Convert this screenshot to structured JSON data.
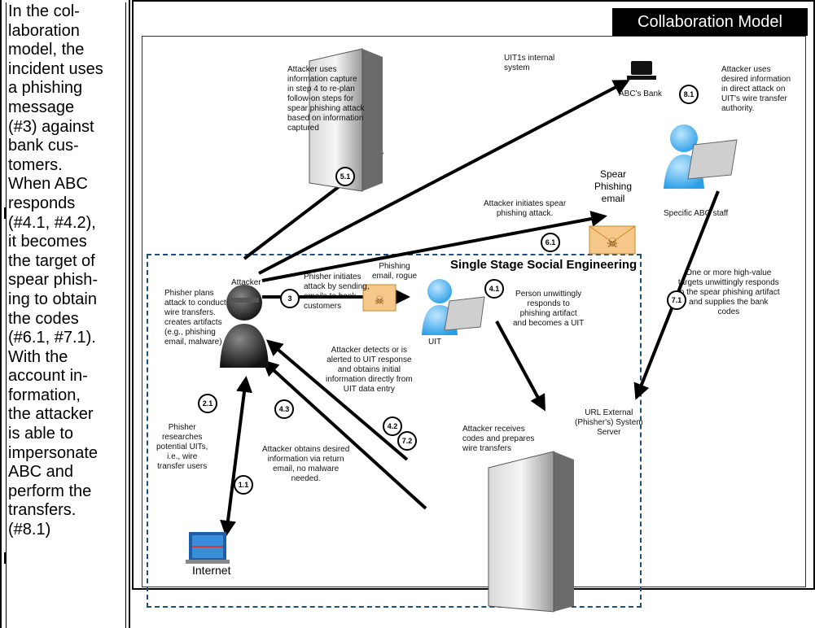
{
  "sidebar": {
    "lines": [
      "In the col-",
      "laboration",
      "model, the",
      "incident uses",
      "a phishing",
      "message",
      "(#3) against",
      "bank cus-",
      "tomers.",
      "When ABC",
      "responds",
      "(#4.1, #4.2),",
      "it becomes",
      "the target of",
      "spear phish-",
      "ing to obtain",
      "the codes",
      "(#6.1, #7.1).",
      "With the",
      "account in-",
      "formation,",
      "the attacker",
      "is able to",
      "impersonate",
      "ABC and",
      "perform the",
      "transfers.",
      "(#8.1)"
    ]
  },
  "figure": {
    "title": "Collaboration Model",
    "region_title": "Single Stage Social Engineering",
    "labels": {
      "uit1s": [
        "UIT1s internal",
        "system"
      ],
      "attacker_uses": [
        "Attacker uses",
        "information capture",
        "in step 4 to re-plan",
        "follow-on steps for",
        "spear phishing attack",
        "based on information",
        "captured"
      ],
      "abc_bank": "ABC's Bank",
      "attacker_uses_desired": [
        "Attacker uses",
        "desired information",
        "in direct attack on",
        "UIT's wire transfer",
        "authority."
      ],
      "spear_email": [
        "Spear",
        "Phishing",
        "email"
      ],
      "attacker_initiates": [
        "Attacker initiates spear",
        "phishing attack."
      ],
      "specific_staff": "Specific ABC staff",
      "attacker": "Attacker",
      "phisher_initiates": [
        "Phisher initiates",
        "attack by sending,",
        "emails to bank",
        "customers"
      ],
      "phishing_email": [
        "Phishing",
        "email, rogue"
      ],
      "phisher_plans": [
        "Phisher plans",
        "attack to conduct",
        "wire transfers.",
        "creates artifacts",
        "(e.g., phishing",
        "email, malware)"
      ],
      "person_unwittingly": [
        "Person unwittingly",
        "responds to",
        "phishing artifact",
        "and becomes a UIT"
      ],
      "uit": "UIT",
      "one_or_more": [
        "One or more high-value",
        "targets unwittingly responds",
        "to the spear phishing artifact",
        "and supplies the bank",
        "codes"
      ],
      "attacker_detects": [
        "Attacker detects or is",
        "alerted to UIT response",
        "and obtains initial",
        "information directly from",
        "UIT data entry"
      ],
      "phisher_researches": [
        "Phisher",
        "researches",
        "potential UITs,",
        "i.e., wire",
        "transfer users"
      ],
      "attacker_obtains": [
        "Attacker obtains desired",
        "information via return",
        "email, no malware",
        "needed."
      ],
      "attacker_receives": [
        "Attacker receives",
        "codes and prepares",
        "wire transfers"
      ],
      "url_external": [
        "URL External",
        "(Phisher's) System",
        "Server"
      ],
      "internet": "Internet"
    },
    "badges": [
      "5.1",
      "8.1",
      "6.1",
      "3",
      "4.1",
      "7.1",
      "2.1",
      "4.3",
      "4.2",
      "7.2",
      "1.1"
    ]
  }
}
